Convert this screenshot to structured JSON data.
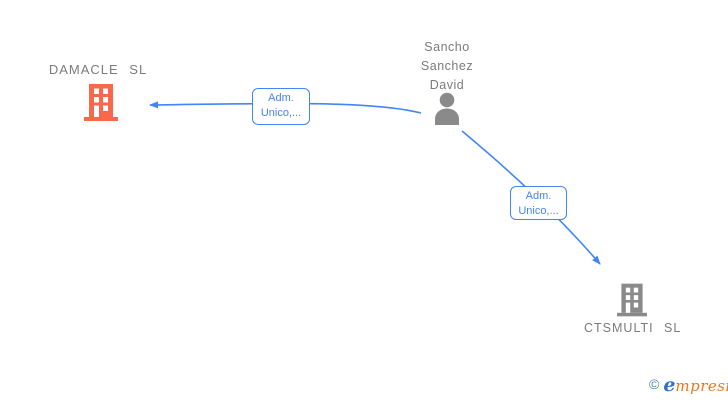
{
  "diagram": {
    "person": {
      "name_line1": "Sancho",
      "name_line2": "Sanchez",
      "name_line3": "David"
    },
    "company_left": {
      "name": "DAMACLE SL"
    },
    "company_right": {
      "name": "CTSMULTI SL"
    },
    "edge_left": {
      "label_line1": "Adm.",
      "label_line2": "Unico,..."
    },
    "edge_right": {
      "label_line1": "Adm.",
      "label_line2": "Unico,..."
    },
    "colors": {
      "edge_blue": "#4285f4",
      "company_left_orange": "#f9684a",
      "company_right_gray": "#8a8a8a",
      "person_gray": "#8a8a8a",
      "node_text_gray": "#7b7b7b"
    }
  },
  "footer": {
    "copyright_symbol": "©",
    "brand_initial": "e",
    "brand_rest": "mpresia"
  }
}
